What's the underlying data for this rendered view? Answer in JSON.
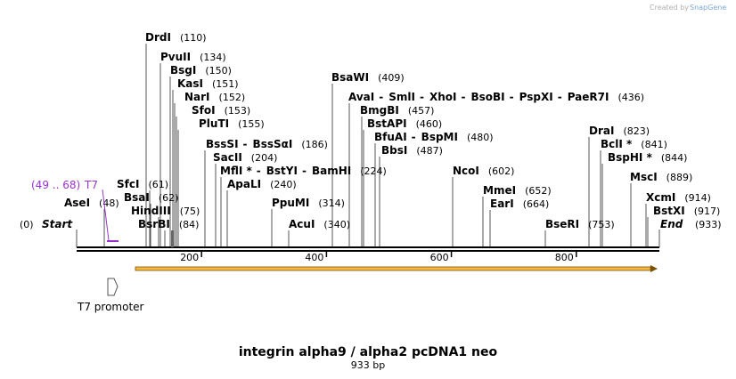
{
  "watermark": {
    "prefix": "Created by",
    "brand": "SnapGene"
  },
  "title": "integrin alpha9 / alpha2 pcDNA1 neo",
  "length_label": "933 bp",
  "sequence_length": 933,
  "ticks": [
    200,
    400,
    600,
    800
  ],
  "feature": {
    "name": "T7",
    "range": "(49 .. 68)",
    "start": 49,
    "end": 68,
    "color": "#9933cc"
  },
  "promoter": {
    "label": "T7 promoter"
  },
  "orf": {
    "start": 94,
    "end": 932,
    "fill": "#f5b942",
    "stroke": "#7a5200"
  },
  "sites": [
    {
      "id": "drdi",
      "names": [
        "DrdI"
      ],
      "pos_label": "(110)",
      "pos": 110
    },
    {
      "id": "pvuii",
      "names": [
        "PvuII"
      ],
      "pos_label": "(134)",
      "pos": 134
    },
    {
      "id": "bsgi",
      "names": [
        "BsgI"
      ],
      "pos_label": "(150)",
      "pos": 150
    },
    {
      "id": "kasi",
      "names": [
        "KasI"
      ],
      "pos_label": "(151)",
      "pos": 151
    },
    {
      "id": "nari",
      "names": [
        "NarI"
      ],
      "pos_label": "(152)",
      "pos": 152
    },
    {
      "id": "sfoi",
      "names": [
        "SfoI"
      ],
      "pos_label": "(153)",
      "pos": 153
    },
    {
      "id": "pluti",
      "names": [
        "PluTI"
      ],
      "pos_label": "(155)",
      "pos": 155
    },
    {
      "id": "bsssi",
      "names": [
        "BssSI",
        "BssSαI"
      ],
      "pos_label": "(186)",
      "pos": 186
    },
    {
      "id": "sacii",
      "names": [
        "SacII"
      ],
      "pos_label": "(204)",
      "pos": 204
    },
    {
      "id": "mfli",
      "names": [
        "MflI *",
        "BstYI",
        "BamHI"
      ],
      "pos_label": "(224)",
      "pos": 224
    },
    {
      "id": "apali",
      "names": [
        "ApaLI"
      ],
      "pos_label": "(240)",
      "pos": 240
    },
    {
      "id": "sfci",
      "names": [
        "SfcI"
      ],
      "pos_label": "(61)",
      "pos": 61
    },
    {
      "id": "bsai",
      "names": [
        "BsaI"
      ],
      "pos_label": "(62)",
      "pos": 62
    },
    {
      "id": "hindiii",
      "names": [
        "HindIII"
      ],
      "pos_label": "(75)",
      "pos": 75
    },
    {
      "id": "bsrbi",
      "names": [
        "BsrBI"
      ],
      "pos_label": "(84)",
      "pos": 84
    },
    {
      "id": "asei",
      "names": [
        "AseI"
      ],
      "pos_label": "(48)",
      "pos": 48
    },
    {
      "id": "bsawi",
      "names": [
        "BsaWI"
      ],
      "pos_label": "(409)",
      "pos": 409
    },
    {
      "id": "avai",
      "names": [
        "AvaI",
        "SmlI",
        "XhoI",
        "BsoBI",
        "PspXI",
        "PaeR7I"
      ],
      "pos_label": "(436)",
      "pos": 436
    },
    {
      "id": "bmgbi",
      "names": [
        "BmgBI"
      ],
      "pos_label": "(457)",
      "pos": 457
    },
    {
      "id": "bstapi",
      "names": [
        "BstAPI"
      ],
      "pos_label": "(460)",
      "pos": 460
    },
    {
      "id": "bfuai",
      "names": [
        "BfuAI",
        "BspMI"
      ],
      "pos_label": "(480)",
      "pos": 480
    },
    {
      "id": "bbsi",
      "names": [
        "BbsI"
      ],
      "pos_label": "(487)",
      "pos": 487
    },
    {
      "id": "ppumi",
      "names": [
        "PpuMI"
      ],
      "pos_label": "(314)",
      "pos": 314
    },
    {
      "id": "acui",
      "names": [
        "AcuI"
      ],
      "pos_label": "(340)",
      "pos": 340
    },
    {
      "id": "ncoi",
      "names": [
        "NcoI"
      ],
      "pos_label": "(602)",
      "pos": 602
    },
    {
      "id": "mmei",
      "names": [
        "MmeI"
      ],
      "pos_label": "(652)",
      "pos": 652
    },
    {
      "id": "eari",
      "names": [
        "EarI"
      ],
      "pos_label": "(664)",
      "pos": 664
    },
    {
      "id": "bseri",
      "names": [
        "BseRI"
      ],
      "pos_label": "(753)",
      "pos": 753
    },
    {
      "id": "drai",
      "names": [
        "DraI"
      ],
      "pos_label": "(823)",
      "pos": 823
    },
    {
      "id": "bcli",
      "names": [
        "BclI *"
      ],
      "pos_label": "(841)",
      "pos": 841
    },
    {
      "id": "bsphi",
      "names": [
        "BspHI *"
      ],
      "pos_label": "(844)",
      "pos": 844
    },
    {
      "id": "msci",
      "names": [
        "MscI"
      ],
      "pos_label": "(889)",
      "pos": 889
    },
    {
      "id": "xcmi",
      "names": [
        "XcmI"
      ],
      "pos_label": "(914)",
      "pos": 914
    },
    {
      "id": "bstxi",
      "names": [
        "BstXI"
      ],
      "pos_label": "(917)",
      "pos": 917
    }
  ],
  "start_label": {
    "name": "Start",
    "pos_label": "(0)"
  },
  "end_label": {
    "name": "End",
    "pos_label": "(933)"
  }
}
